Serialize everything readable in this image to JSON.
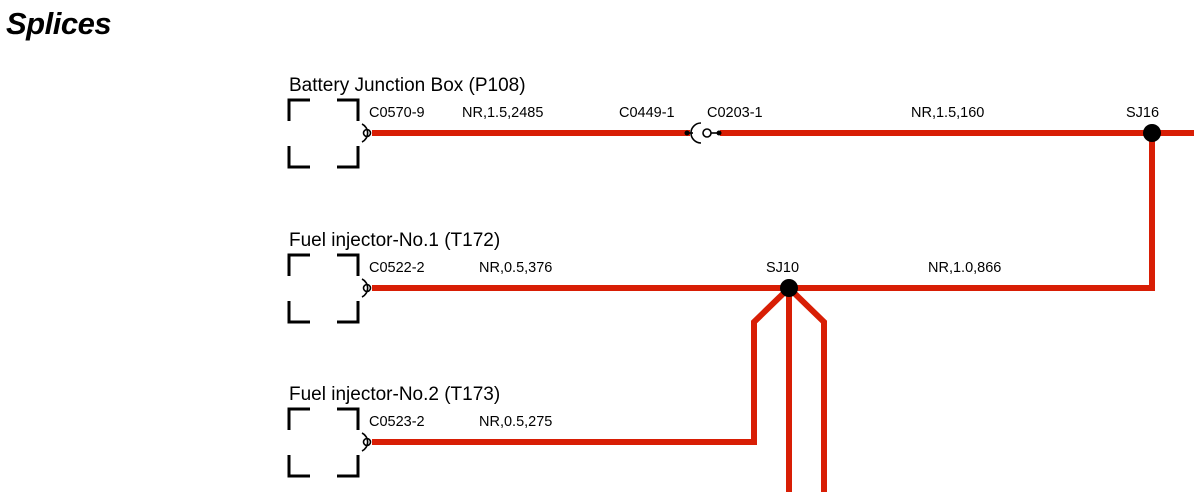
{
  "page": {
    "title": "Splices"
  },
  "components": {
    "battery_junction_box": {
      "name": "Battery Junction Box (P108)",
      "pin": "C0570-9",
      "wire": "NR,1.5,2485"
    },
    "fuel_injector_1": {
      "name": "Fuel injector-No.1 (T172)",
      "pin": "C0522-2",
      "wire": "NR,0.5,376"
    },
    "fuel_injector_2": {
      "name": "Fuel injector-No.2 (T173)",
      "pin": "C0523-2",
      "wire": "NR,0.5,275"
    }
  },
  "inline_connector": {
    "left": "C0449-1",
    "right": "C0203-1"
  },
  "wires": {
    "to_sj16": "NR,1.5,160",
    "sj10_to_sj16": "NR,1.0,866"
  },
  "splices": {
    "sj16": "SJ16",
    "sj10": "SJ10"
  },
  "colors": {
    "wire": "#d81e05",
    "outline": "#000000",
    "background": "#ffffff"
  }
}
